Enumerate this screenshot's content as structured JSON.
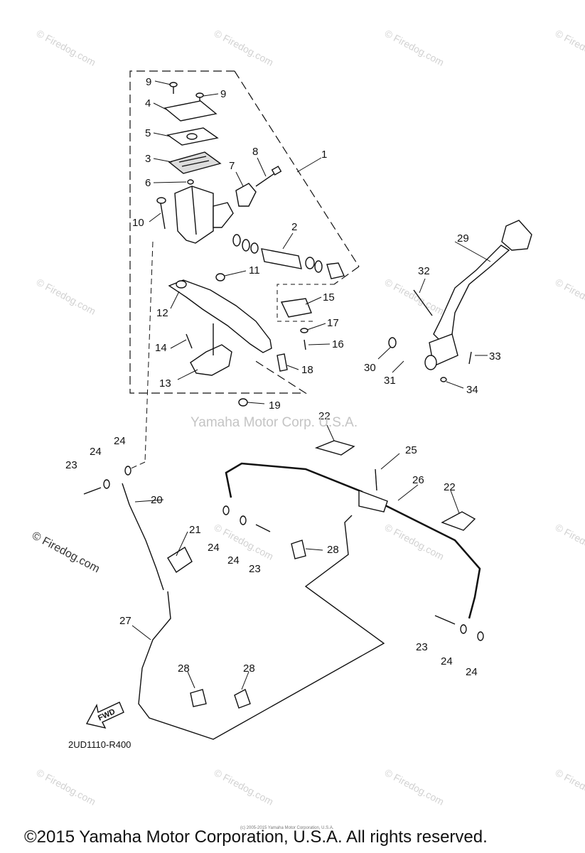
{
  "watermarks": {
    "firedog": "© Firedog.com",
    "brand": "Yamaha Motor Corp. U.S.A."
  },
  "diagram_code": "2UD1110-R400",
  "fwd_label": "FWD",
  "footer": {
    "copyright": "©2015 Yamaha Motor Corporation, U.S.A. All rights reserved.",
    "tiny_notice": "(c) 2005-2015 Yamaha Motor Corporation, U.S.A."
  },
  "callouts": {
    "c1": "1",
    "c2": "2",
    "c3": "3",
    "c4": "4",
    "c5": "5",
    "c6": "6",
    "c7": "7",
    "c8": "8",
    "c9a": "9",
    "c9b": "9",
    "c10": "10",
    "c11": "11",
    "c12": "12",
    "c13": "13",
    "c14": "14",
    "c15": "15",
    "c16": "16",
    "c17": "17",
    "c18": "18",
    "c19": "19",
    "c20": "20",
    "c21": "21",
    "c22a": "22",
    "c22b": "22",
    "c23a": "23",
    "c23b": "23",
    "c23c": "23",
    "c24a": "24",
    "c24b": "24",
    "c24c": "24",
    "c24d": "24",
    "c24e": "24",
    "c24f": "24",
    "c25": "25",
    "c26": "26",
    "c27": "27",
    "c28a": "28",
    "c28b": "28",
    "c28c": "28",
    "c29": "29",
    "c30": "30",
    "c31": "31",
    "c32": "32",
    "c33": "33",
    "c34": "34"
  }
}
